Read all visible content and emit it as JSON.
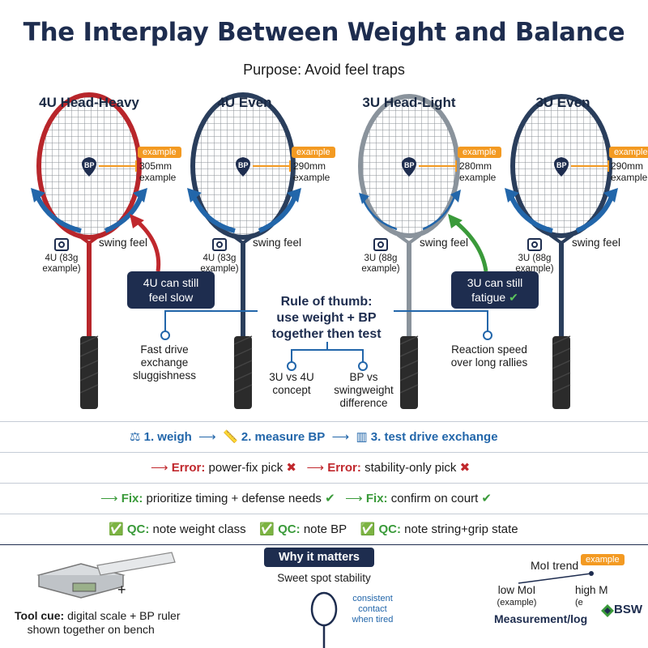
{
  "title": "The Interplay Between Weight and Balance",
  "subtitle": "Purpose: Avoid feel traps",
  "rackets": [
    {
      "name": "4U Head-Heavy",
      "bp": "BP",
      "badge": "example",
      "mm": "305mm",
      "mm_note": "example",
      "swing": "swing feel",
      "weight": "4U (83g",
      "weight_note": "example)",
      "color": "#b8262b"
    },
    {
      "name": "4U Even",
      "bp": "BP",
      "badge": "example",
      "mm": "290mm",
      "mm_note": "example",
      "swing": "swing feel",
      "weight": "4U (83g",
      "weight_note": "example)",
      "color": "#2a3e5c"
    },
    {
      "name": "3U Head-Light",
      "bp": "BP",
      "badge": "example",
      "mm": "280mm",
      "mm_note": "example",
      "swing": "swing feel",
      "weight": "3U (88g",
      "weight_note": "example)",
      "color": "#8a939c"
    },
    {
      "name": "3U Even",
      "bp": "BP",
      "badge": "example",
      "mm": "290mm",
      "mm_note": "example",
      "swing": "swing feel",
      "weight": "3U (88g",
      "weight_note": "example)",
      "color": "#2a3e5c"
    }
  ],
  "callouts": {
    "slow_line1": "4U can still",
    "slow_line2": "feel slow",
    "fatigue_line1": "3U can still",
    "fatigue_line2": "fatigue"
  },
  "rule": {
    "line1": "Rule of thumb:",
    "line2": "use weight + BP",
    "line3": "together then test",
    "left_1": "Fast drive",
    "left_2": "exchange",
    "left_3": "sluggishness",
    "right_1": "Reaction speed",
    "right_2": "over long rallies",
    "sub_left_1": "3U vs 4U",
    "sub_left_2": "concept",
    "sub_right_1": "BP vs",
    "sub_right_2": "swingweight",
    "sub_right_3": "difference"
  },
  "steps": {
    "s1": "1. weigh",
    "s2": "2. measure BP",
    "s3": "3. test drive exchange"
  },
  "errors": {
    "label": "Error:",
    "e1": "power-fix pick",
    "e2": "stability-only pick"
  },
  "fixes": {
    "label": "Fix:",
    "f1": "prioritize timing + defense needs",
    "f2": "confirm on court"
  },
  "qc": {
    "label": "QC:",
    "q1": "note weight class",
    "q2": "note BP",
    "q3": "note string+grip state"
  },
  "why": {
    "header": "Why it matters",
    "sweet": "Sweet spot stability",
    "c1": "consistent",
    "c2": "contact",
    "c3": "when tired"
  },
  "tool": {
    "label": "Tool cue:",
    "text1": "digital scale + BP ruler",
    "text2": "shown together on bench",
    "plus": "+"
  },
  "moi": {
    "trend": "MoI trend",
    "badge": "example",
    "low": "low MoI",
    "low_note": "(example)",
    "high": "high M",
    "high_note": "(e",
    "footer": "Measurement/log",
    "logo": "BSW"
  },
  "colors": {
    "navy": "#1e2d4f",
    "orange": "#f39a22",
    "red": "#c0282d",
    "green": "#3a9a3a",
    "blue": "#2266aa"
  }
}
